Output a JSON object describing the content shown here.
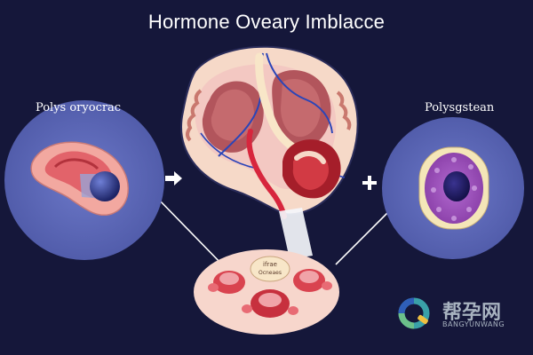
{
  "title": "Hormone Oveary Imblacce",
  "left_panel": {
    "label": "Polys oryocrac"
  },
  "right_panel": {
    "label": "Polysgstean"
  },
  "center_tag": {
    "line1": "ifrae",
    "line2": "Ocneaes"
  },
  "watermark": {
    "name": "帮孕网",
    "sub": "BANGYUNWANG"
  },
  "symbols": {
    "arrow": "arrow-right",
    "plus": "plus"
  },
  "colors": {
    "background": "#15173a",
    "circle_fill": "#5b66b8",
    "tissue_pink": "#f2a8a0",
    "organ_red": "#c0392b",
    "vessel_blue": "#2a45b8",
    "cell_purple": "#9b59b6"
  }
}
